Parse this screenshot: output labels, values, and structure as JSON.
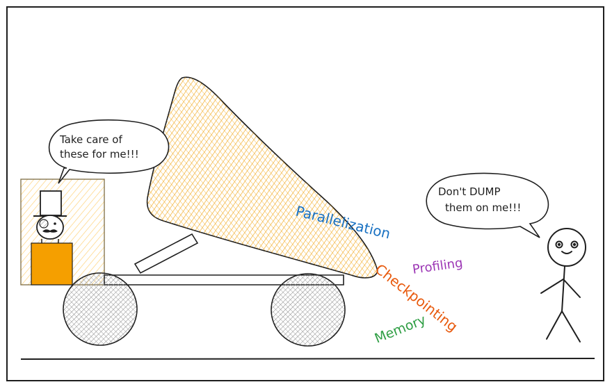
{
  "speech": {
    "driver": [
      "Take care of",
      "these for me!!!"
    ],
    "person": [
      "Don't DUMP",
      "them on me!!!"
    ]
  },
  "payload_labels": {
    "parallelization": "Parallelization",
    "profiling": "Profiling",
    "checkpointing": "Checkpointing",
    "memory": "Memory"
  },
  "colors": {
    "outline": "#1e1e1e",
    "payload_fill": "#f2a81d",
    "cab_fill": "#ffc247",
    "seat_fill": "#f59f00",
    "wheel_fill": "#9a9a9a",
    "parallelization": "#1971c2",
    "profiling": "#9c36b5",
    "checkpointing": "#e8590c",
    "memory": "#2f9e44"
  }
}
